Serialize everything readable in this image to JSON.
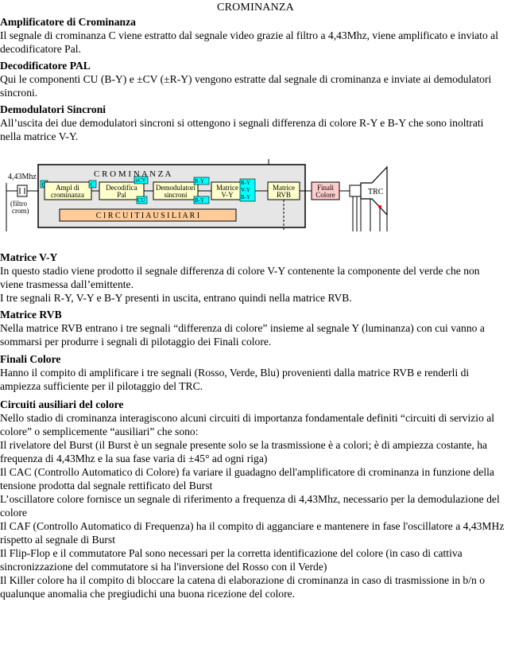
{
  "title": "CROMINANZA",
  "sec1": {
    "heading": "Amplificatore di Crominanza",
    "text": "Il segnale di crominanza C viene estratto dal segnale video grazie al filtro a 4,43Mhz, viene amplificato e inviato al decodificatore Pal."
  },
  "sec2": {
    "heading": "Decodificatore PAL",
    "text": "Qui le componenti CU (B-Y) e ±CV  (±R-Y) vengono estratte dal segnale di crominanza e inviate ai demodulatori sincroni."
  },
  "sec3": {
    "heading": "Demodulatori Sincroni",
    "text": "All’uscita dei due demodulatori sincroni si ottengono i segnali differenza di colore R-Y e B-Y che sono inoltrati nella matrice V-Y."
  },
  "diagram": {
    "input_label": "4,43Mhz",
    "filter_label_1": "(filtro",
    "filter_label_2": "crom)",
    "crominanza_label": "C R O M I N A N Z A",
    "c_tag": "C",
    "ampl_1": "Ampl di",
    "ampl_2": "crominanza",
    "decod_1": "Decodifica",
    "decod_2": "Pal",
    "cv_tag": "±CV",
    "cu_tag": "CU",
    "demod_1": "Demodulatori",
    "demod_2": "sincroni",
    "ry_tag": "R-Y",
    "by_tag": "B-Y",
    "matvy_1": "Matrice",
    "matvy_2": "V-Y",
    "out_ry": "R-Y",
    "out_vy": "V-Y",
    "out_by": "B-Y",
    "matrvb_1": "Matrice",
    "matrvb_2": "RVB",
    "finali_1": "Finali",
    "finali_2": "Colore",
    "trc": "TRC",
    "aux": "C I R C U I T I   A U S I L I A R I"
  },
  "sec4": {
    "heading": "Matrice V-Y",
    "text": "In questo stadio viene prodotto il segnale differenza di colore V-Y contenente la componente del verde che non viene trasmessa dall’emittente.",
    "text2": "I tre segnali R-Y, V-Y e B-Y presenti in uscita, entrano quindi nella matrice RVB."
  },
  "sec5": {
    "heading": "Matrice RVB",
    "text": "Nella matrice RVB entrano i tre segnali “differenza di colore” insieme al segnale Y (luminanza) con cui vanno a sommarsi per produrre i segnali di pilotaggio dei Finali colore."
  },
  "sec6": {
    "heading": "Finali Colore",
    "text": "Hanno il compito di amplificare i tre segnali (Rosso, Verde, Blu) provenienti dalla matrice RVB e renderli di ampiezza sufficiente per il pilotaggio del TRC."
  },
  "sec7": {
    "heading": "Circuiti ausiliari del colore",
    "text": "Nello stadio di crominanza interagiscono alcuni circuiti di importanza fondamentale definiti “circuiti di servizio al colore” o semplicemente “ausiliari” che sono:",
    "items": [
      "Il rivelatore del Burst (il Burst è un segnale presente solo se la trasmissione è a colori; è di ampiezza costante, ha frequenza di 4,43Mhz e la sua fase varia di ±45° ad ogni riga)",
      "Il CAC (Controllo Automatico di Colore) fa variare il guadagno dell'amplificatore di crominanza in funzione della tensione prodotta dal segnale rettificato del Burst",
      "L’oscillatore colore fornisce un segnale di riferimento a frequenza di 4,43Mhz, necessario per la demodulazione del colore",
      "Il CAF (Controllo Automatico di Frequenza) ha il compito di agganciare e mantenere in fase l'oscillatore a 4,43MHz rispetto al segnale di Burst",
      "Il Flip-Flop e il commutatore Pal sono necessari per la corretta identificazione del colore (in caso di cattiva sincronizzazione del commutatore si ha l'inversione del Rosso con il Verde)",
      "Il Killer colore ha il compito di bloccare la catena di elaborazione di crominanza in caso di trasmissione in b/n o qualunque anomalia che pregiudichi una buona ricezione del colore."
    ]
  },
  "colors": {
    "block_fill": "#ffffcc",
    "tag_fill": "#00ffff",
    "aux_fill": "#ffcc99",
    "finali_fill": "#ffcccc",
    "frame_fill": "#e6e6e6"
  }
}
